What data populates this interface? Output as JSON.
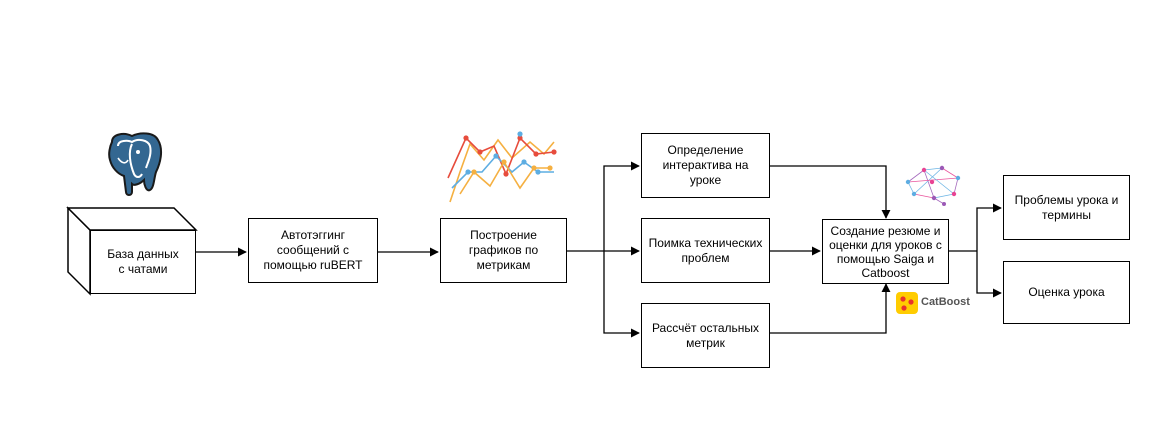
{
  "nodes": {
    "db": "База данных\nс чатами",
    "autotag": "Автотэггинг\nсообщений с\nпомощью ruBERT",
    "charts": "Построение\nграфиков по\nметрикам",
    "interactive": "Определение\nинтерактива на\nуроке",
    "tech": "Поимка технических\nпроблем",
    "other_metrics": "Рассчёт остальных\nметрик",
    "summary": "Создание резюме и\nоценки для уроков с\nпомощью Saiga и\nCatboost",
    "problems": "Проблемы урока и\nтермины",
    "grade": "Оценка урока"
  },
  "icons": {
    "postgres": "postgresql-elephant-icon",
    "chart": "line-chart-icon",
    "brain": "ai-brain-icon",
    "catboost": "catboost-logo"
  },
  "catboost_text": "CatBoost",
  "colors": {
    "line": "#000000",
    "postgres": "#336791",
    "chart_red": "#e74c3c",
    "chart_blue": "#5dade2",
    "chart_orange": "#f5b041",
    "catboost_yellow": "#ffcc00",
    "catboost_red": "#e8322c"
  }
}
